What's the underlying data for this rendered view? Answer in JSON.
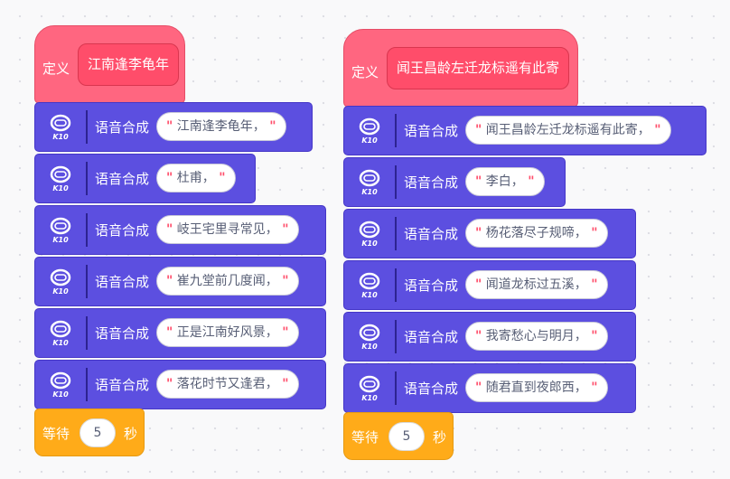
{
  "stacks": [
    {
      "define_label": "定义",
      "procedure_name": "江南逢李龟年",
      "blocks": [
        {
          "label": "语音合成",
          "text": "江南逢李龟年，",
          "device": "K10"
        },
        {
          "label": "语音合成",
          "text": "杜甫，",
          "device": "K10"
        },
        {
          "label": "语音合成",
          "text": "岐王宅里寻常见，",
          "device": "K10"
        },
        {
          "label": "语音合成",
          "text": "崔九堂前几度闻，",
          "device": "K10"
        },
        {
          "label": "语音合成",
          "text": "正是江南好风景，",
          "device": "K10"
        },
        {
          "label": "语音合成",
          "text": "落花时节又逢君，",
          "device": "K10"
        }
      ],
      "wait": {
        "label": "等待",
        "value": "5",
        "unit": "秒"
      }
    },
    {
      "define_label": "定义",
      "procedure_name": "闻王昌龄左迁龙标遥有此寄",
      "blocks": [
        {
          "label": "语音合成",
          "text": "闻王昌龄左迁龙标遥有此寄，",
          "device": "K10"
        },
        {
          "label": "语音合成",
          "text": "李白，",
          "device": "K10"
        },
        {
          "label": "语音合成",
          "text": "杨花落尽子规啼，",
          "device": "K10"
        },
        {
          "label": "语音合成",
          "text": "闻道龙标过五溪，",
          "device": "K10"
        },
        {
          "label": "语音合成",
          "text": "我寄愁心与明月，",
          "device": "K10"
        },
        {
          "label": "语音合成",
          "text": "随君直到夜郎西，",
          "device": "K10"
        }
      ],
      "wait": {
        "label": "等待",
        "value": "5",
        "unit": "秒"
      }
    }
  ],
  "quote_char": "\"",
  "icon": "k10-board-icon",
  "colors": {
    "define": "#ff6680",
    "procedure": "#ff4d6a",
    "tts_block": "#5c4fe0",
    "wait_block": "#ffab19"
  }
}
